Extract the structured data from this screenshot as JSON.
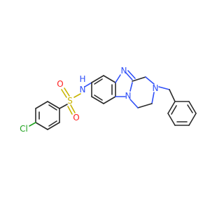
{
  "structure": {
    "atoms": {
      "nitrogen_amide": {
        "text": "N",
        "color": "#3050f8"
      },
      "hydrogen_amide": {
        "text": "H",
        "color": "#3050f8"
      },
      "sulfur": {
        "text": "S",
        "color": "#c8b400"
      },
      "oxygen_top": {
        "text": "O",
        "color": "#ff2020"
      },
      "oxygen_bottom": {
        "text": "O",
        "color": "#ff2020"
      },
      "chlorine": {
        "text": "Cl",
        "color": "#1fa21f"
      },
      "nitrogen_imidazole": {
        "text": "N",
        "color": "#3050f8"
      },
      "nitrogen_bridgehead": {
        "text": "N",
        "color": "#3050f8"
      },
      "nitrogen_piperazine": {
        "text": "N",
        "color": "#3050f8"
      }
    },
    "colors": {
      "bond": "#2b2b2b",
      "background": "#ffffff"
    }
  }
}
